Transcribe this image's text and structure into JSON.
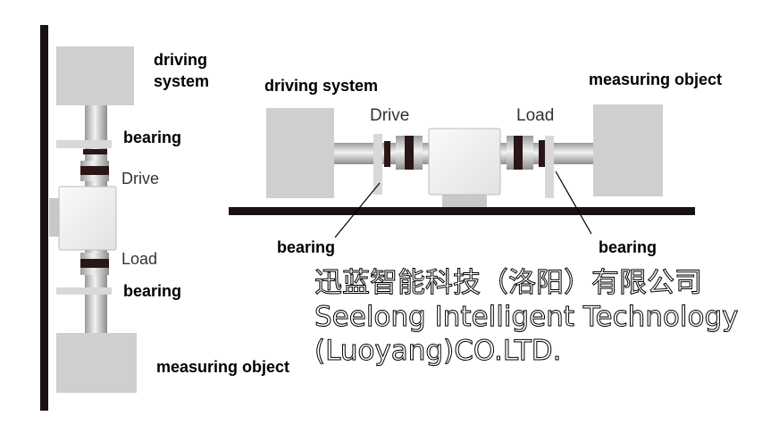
{
  "left_diagram": {
    "driving_system_line1": "driving",
    "driving_system_line2": "system",
    "bearing_top": "bearing",
    "drive": "Drive",
    "load": "Load",
    "bearing_bottom": "bearing",
    "measuring_object": "measuring object"
  },
  "right_diagram": {
    "driving_system": "driving system",
    "drive": "Drive",
    "load": "Load",
    "measuring_object": "measuring object",
    "bearing_left": "bearing",
    "bearing_right": "bearing"
  },
  "watermark": {
    "chinese": "迅蓝智能科技（洛阳）有限公司",
    "english": "Seelong Intelligent Technology (Luoyang)CO.LTD."
  },
  "colors": {
    "box": "#cfcfcf",
    "bar": "#1a1111",
    "band": "#2a1616"
  }
}
